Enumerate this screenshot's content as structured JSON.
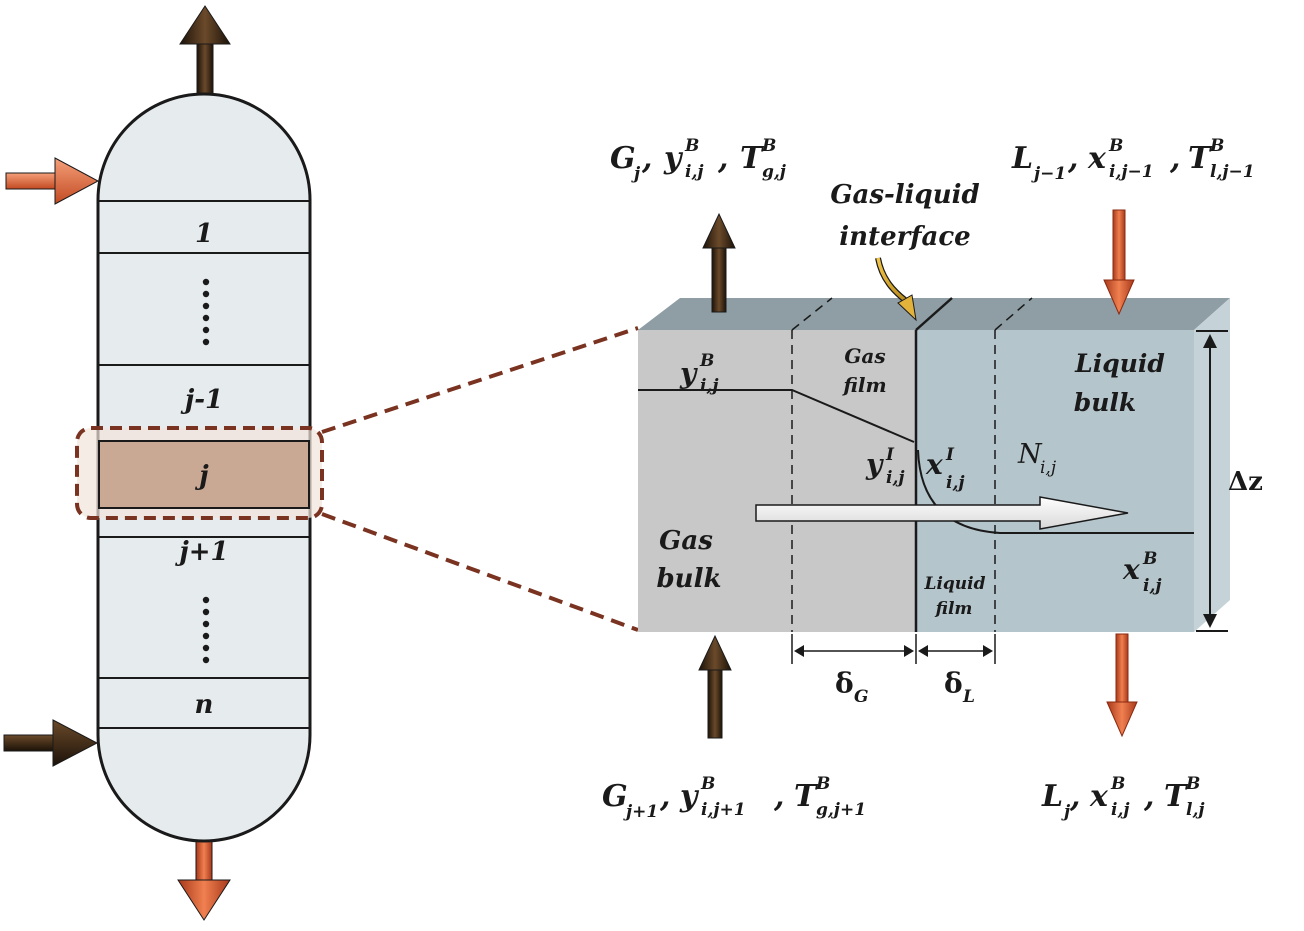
{
  "column": {
    "stages": [
      "1",
      "j-1",
      "j",
      "j+1",
      "n"
    ]
  },
  "stream_labels": {
    "top_left": {
      "main": "G",
      "main_sub": "j",
      "sep1": ", ",
      "var2": "y",
      "var2_sup": "B",
      "var2_sub": "i,j",
      "sep2": ", ",
      "var3": "T",
      "var3_sup": "B",
      "var3_sub": "g,j"
    },
    "top_right": {
      "main": "L",
      "main_sub": "j−1",
      "sep1": ", ",
      "var2": "x",
      "var2_sup": "B",
      "var2_sub": "i,j−1",
      "sep2": ", ",
      "var3": "T",
      "var3_sup": "B",
      "var3_sub": "l,j−1"
    },
    "bottom_left": {
      "main": "G",
      "main_sub": "j+1",
      "sep1": ", ",
      "var2": "y",
      "var2_sup": "B",
      "var2_sub": "i,j+1",
      "sep2": ", ",
      "var3": "T",
      "var3_sup": "B",
      "var3_sub": "g,j+1"
    },
    "bottom_right": {
      "main": "L",
      "main_sub": "j",
      "sep1": ", ",
      "var2": "x",
      "var2_sup": "B",
      "var2_sub": "i,j",
      "sep2": ", ",
      "var3": "T",
      "var3_sup": "B",
      "var3_sub": "l,j"
    }
  },
  "interface_callout": {
    "line1": "Gas-liquid",
    "line2": "interface"
  },
  "regions": {
    "gas_film": {
      "line1": "Gas",
      "line2": "film"
    },
    "liquid_bulk": {
      "line1": "Liquid",
      "line2": "bulk"
    },
    "gas_bulk": {
      "line1": "Gas",
      "line2": "bulk"
    },
    "liquid_film": {
      "line1": "Liquid",
      "line2": "film"
    }
  },
  "variables": {
    "y_bulk": {
      "base": "y",
      "sup": "B",
      "sub": "i,j"
    },
    "y_interface": {
      "base": "y",
      "sup": "I",
      "sub": "i,j"
    },
    "x_interface": {
      "base": "x",
      "sup": "I",
      "sub": "i,j"
    },
    "x_bulk": {
      "base": "x",
      "sup": "B",
      "sub": "i,j"
    },
    "flux": {
      "base": "N",
      "sub": "i,j"
    },
    "delta_g": {
      "base": "δ",
      "sub": "G"
    },
    "delta_l": {
      "base": "δ",
      "sub": "L"
    },
    "dz": "Δz"
  },
  "colors": {
    "dark_arrow": "#3b2614",
    "orange_arrow": "#d2582a",
    "column_fill": "#e6ebee",
    "highlight": "#c9a894",
    "gas_face": "#c8c8c8",
    "liquid_face": "#b5c5cc",
    "top_face": "#8f9ea4",
    "dashed_link": "#7a3320"
  }
}
